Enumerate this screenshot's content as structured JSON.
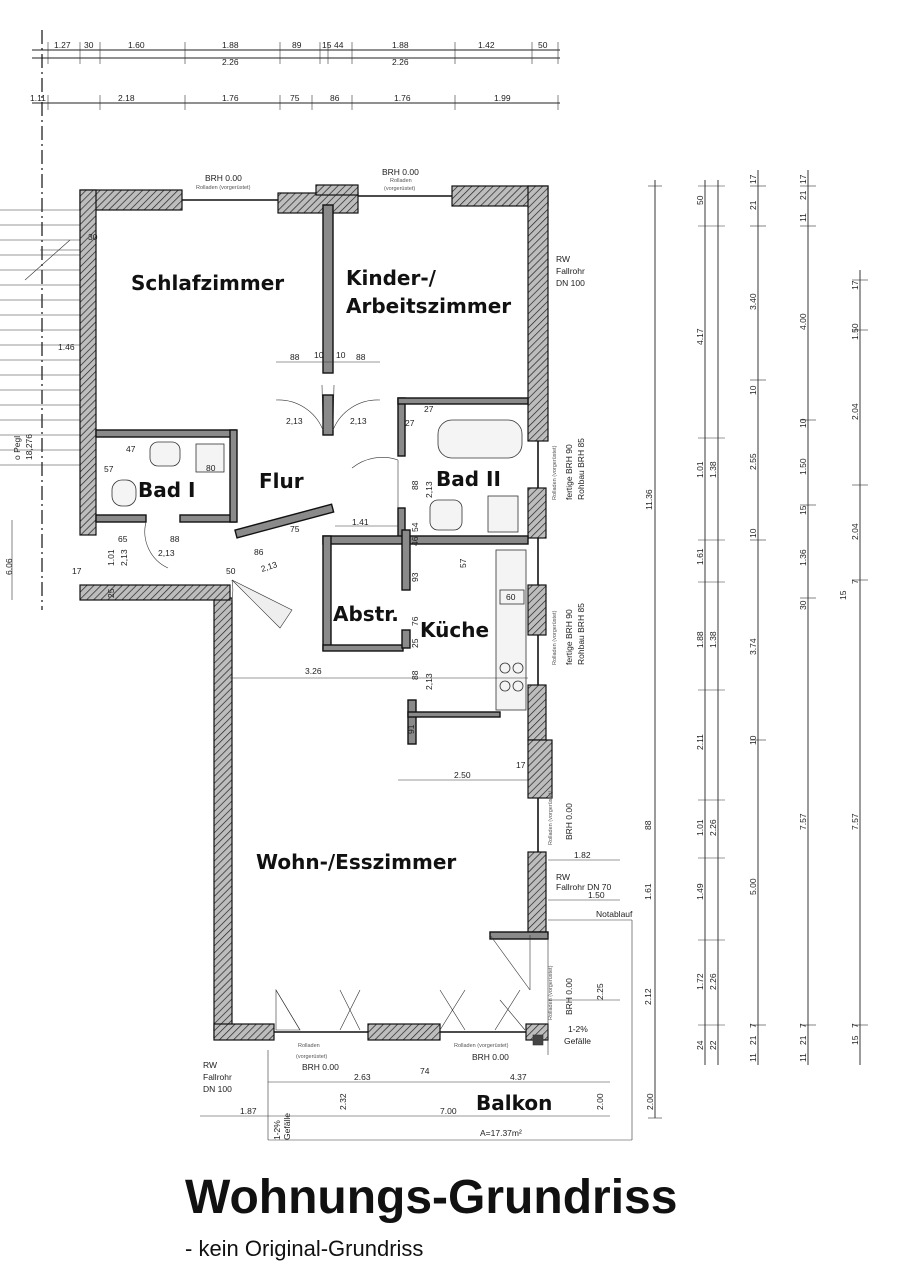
{
  "rooms": {
    "schlafzimmer": "Schlafzimmer",
    "kinder_1": "Kinder-/",
    "kinder_2": "Arbeitszimmer",
    "flur": "Flur",
    "bad1": "Bad I",
    "bad2": "Bad II",
    "abstr": "Abstr.",
    "kueche": "Küche",
    "wohn": "Wohn-/Esszimmer",
    "balkon": "Balkon"
  },
  "dims_top_row1": [
    "1.27",
    "30",
    "1.60",
    "1.88",
    "89",
    "15",
    "44",
    "1.88",
    "1.42",
    "50"
  ],
  "dims_top_row1_sub": [
    "2.26",
    "2.26"
  ],
  "dims_top_row2": [
    "1.11",
    "2.18",
    "1.76",
    "75",
    "86",
    "1.76",
    "1.99"
  ],
  "dims_right_col1": [
    "11.36"
  ],
  "dims_right_col2": [
    "50",
    "4.17",
    "1.01",
    "1.38",
    "1.61",
    "1.88",
    "1.38",
    "2.11",
    "88",
    "1.01",
    "2.26",
    "1.61",
    "1.49",
    "2.12",
    "1.72",
    "2.26",
    "2.25",
    "2.00",
    "24",
    "22"
  ],
  "dims_right_col3": [
    "17",
    "21",
    "3.40",
    "10",
    "2.55",
    "10",
    "3.74",
    "10",
    "5.00",
    "11",
    "21",
    "7"
  ],
  "dims_right_col4": [
    "17",
    "21",
    "11",
    "4.00",
    "10",
    "1.50",
    "15",
    "1.36",
    "30",
    "7.57",
    "11",
    "21",
    "7"
  ],
  "dims_right_col5": [
    "17",
    "1.50",
    "2.04",
    "2.04",
    "7",
    "15",
    "7.57",
    "15",
    "7"
  ],
  "dims_interior": {
    "d88a": "88",
    "d10a": "10",
    "d10b": "10",
    "d88b": "88",
    "d213a": "2,13",
    "d213b": "2,13",
    "d27a": "27",
    "d27b": "27",
    "d47": "47",
    "d57": "57",
    "d80": "80",
    "d65": "65",
    "d88c": "88",
    "d213c": "2,13",
    "d101": "1.01",
    "d213d": "2,13",
    "d17": "17",
    "d25": "25",
    "d606": "6.06",
    "d50": "50",
    "d86": "86",
    "d75": "75",
    "d213e": "2,13",
    "d141": "1.41",
    "d54": "54",
    "d46": "46",
    "d57b": "57",
    "d93": "93",
    "d76": "76",
    "d25b": "25",
    "d213f": "2,13",
    "d88d": "88",
    "d213g": "2,13",
    "d88e": "88",
    "d91": "91",
    "d326": "3.26",
    "d250": "2.50",
    "d17b": "17",
    "d182": "1.82",
    "d150": "1.50",
    "d60": "60",
    "d263": "2.63",
    "d232": "2.32",
    "d74": "74",
    "d437": "4.37",
    "d187": "1.87",
    "d700": "7.00",
    "d200": "2.00",
    "d1145": "1.46",
    "d1276": "18,276",
    "d30": "30"
  },
  "notes": {
    "brh_top1": "BRH 0.00",
    "roll_top1": "Rolladen (vorgerüstet)",
    "brh_top2": "BRH 0.00",
    "roll_top2": "Rolladen",
    "roll_top2b": "(vorgerüstet)",
    "rw1": "RW",
    "rw1b": "Fallrohr",
    "rw1c": "DN 100",
    "rolladen_r1": "Rolladen (vorgerüstet)",
    "fertige1": "fertige BRH 90",
    "rohbau1": "Rohbau BRH 85",
    "rolladen_r2": "Rolladen (vorgerüstet)",
    "fertige2": "fertige BRH 90",
    "rohbau2": "Rohbau BRH 85",
    "rolladen_r3": "Rolladen (vorgerüstet)",
    "brh_r3": "BRH 0.00",
    "rw2": "RW",
    "rw2b": "Fallrohr DN 70",
    "notablauf": "Notablauf",
    "rolladen_r4": "Rolladen (vorgerüstet)",
    "brh_r4": "BRH 0.00",
    "gefaelle1": "1-2%",
    "gefaelle1b": "Gefälle",
    "roll_bot1": "Rolladen",
    "roll_bot1b": "(vorgerüstet)",
    "brh_bot1": "BRH 0.00",
    "roll_bot2": "Rolladen (vorgerüstet)",
    "brh_bot2": "BRH 0.00",
    "rw3": "RW",
    "rw3b": "Fallrohr",
    "rw3c": "DN 100",
    "gefaelle2": "1-2%",
    "gefaelle2b": "Gefälle",
    "area": "A=17.37m²",
    "pegel": "o Pegl"
  },
  "title": "Wohnungs-Grundriss",
  "subtitle": "- kein Original-Grundriss"
}
